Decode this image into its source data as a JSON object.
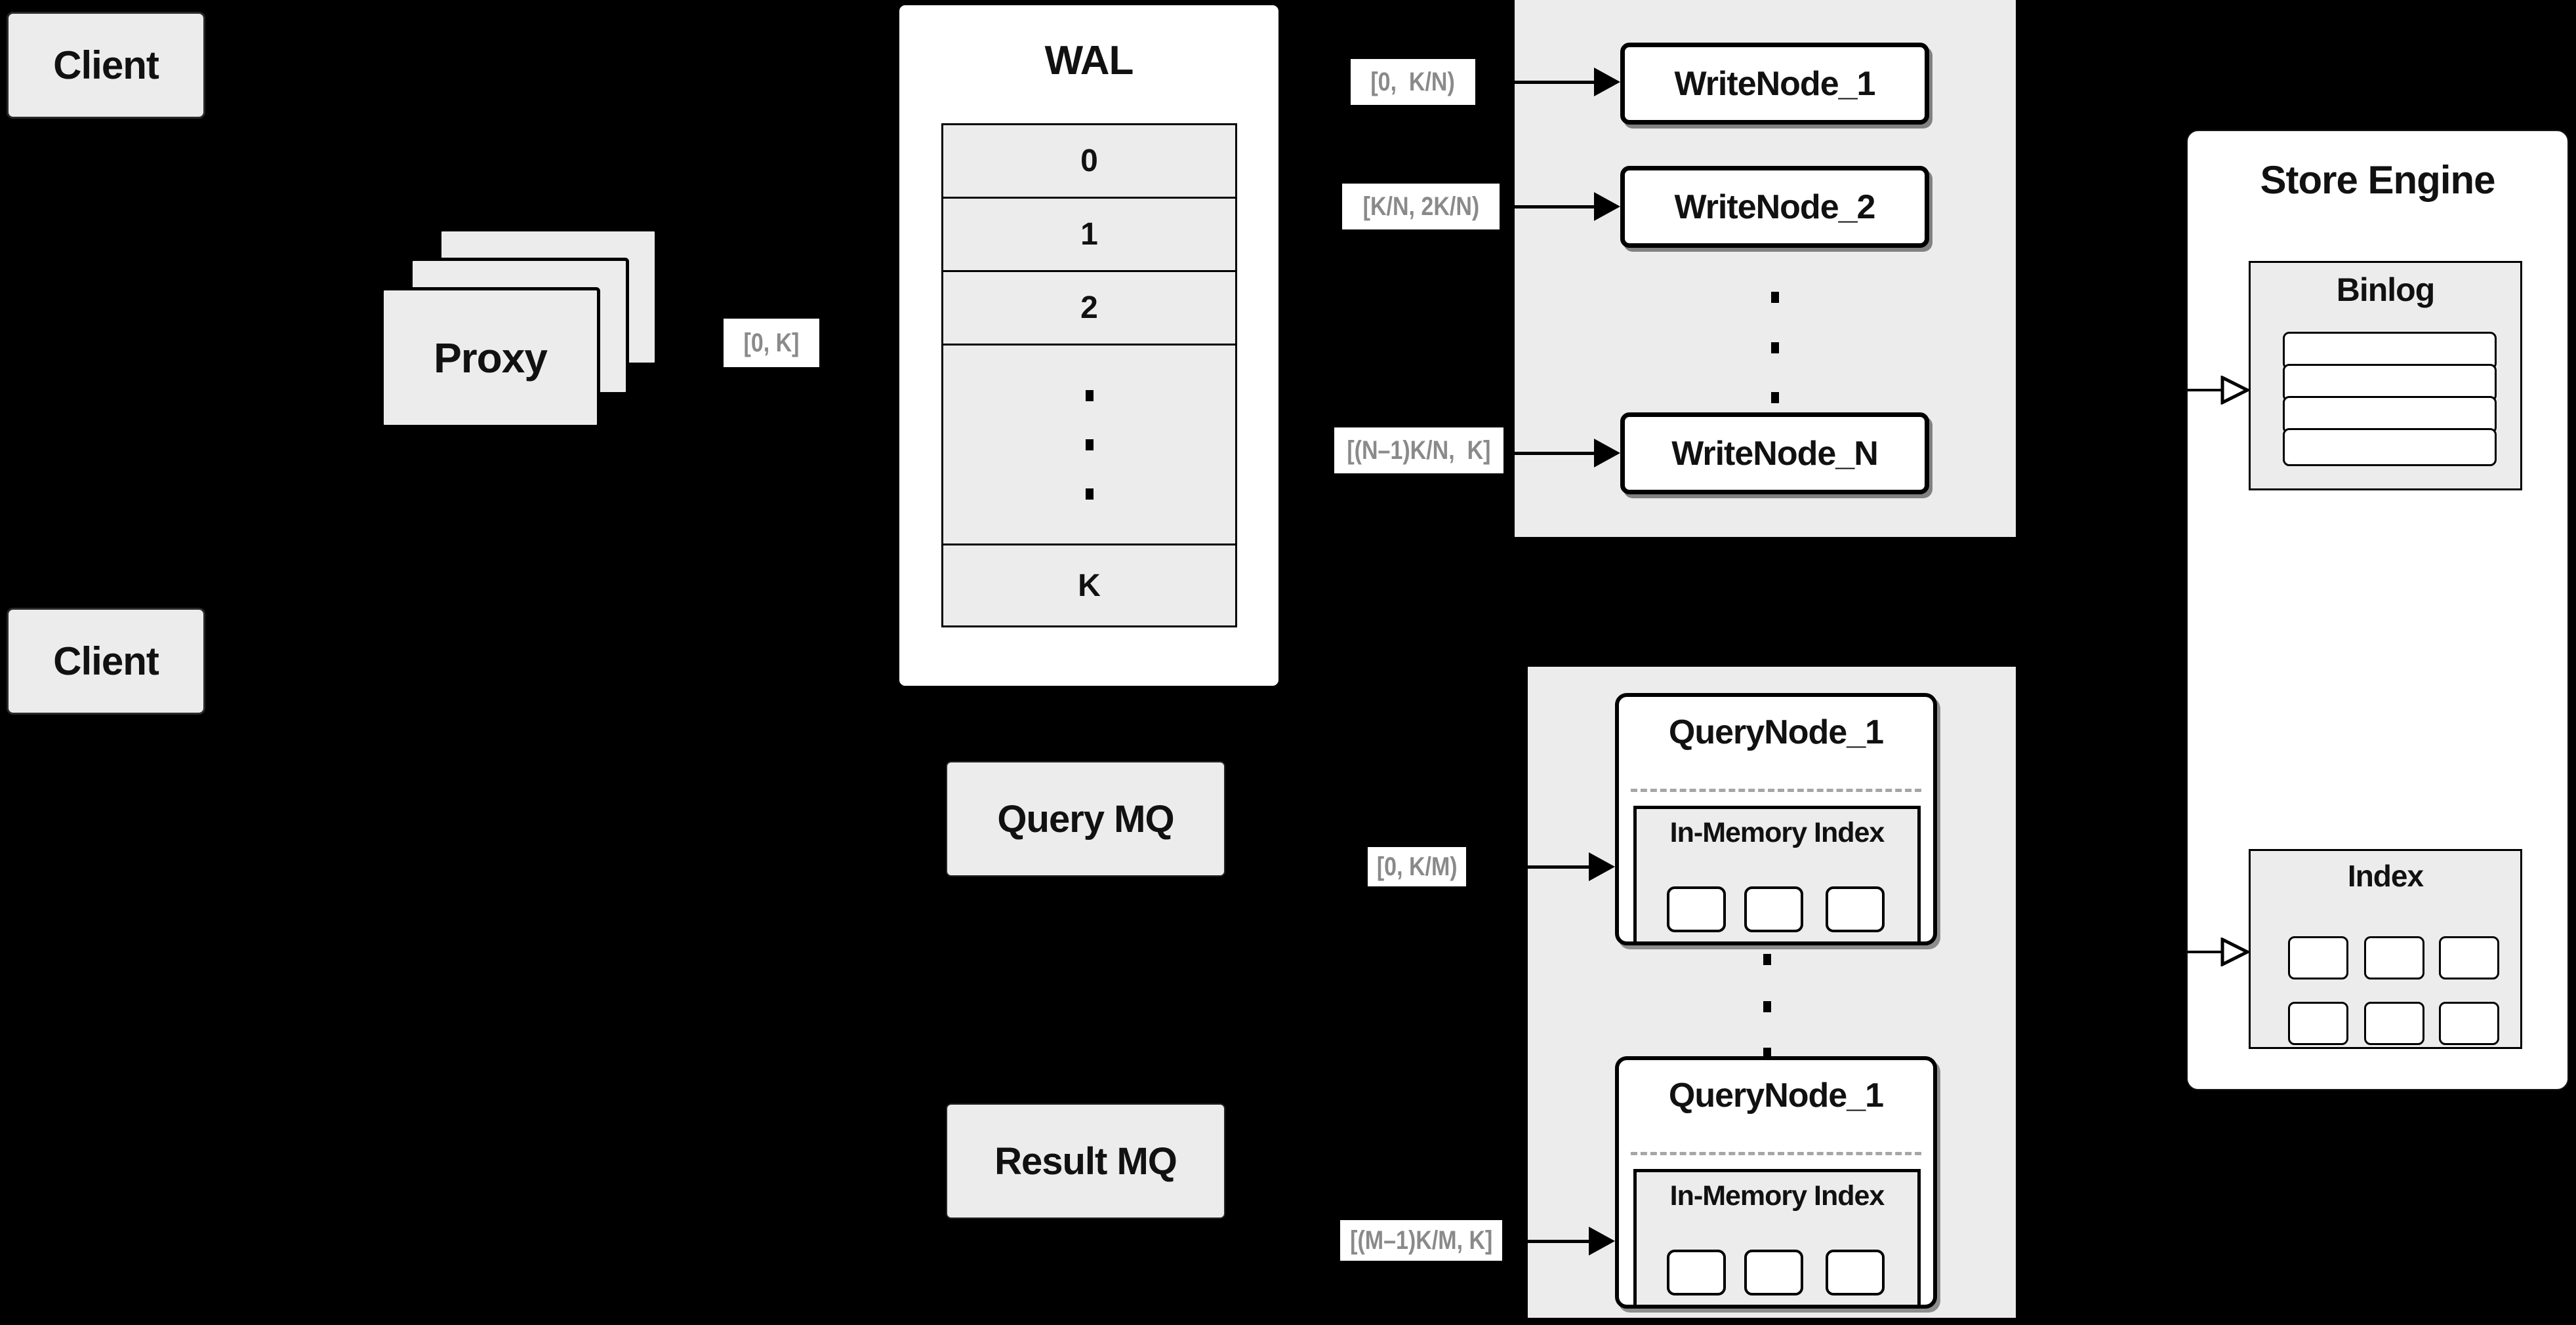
{
  "diagram": {
    "clients": {
      "top": "Client",
      "bottom": "Client"
    },
    "proxy": {
      "label": "Proxy"
    },
    "range_labels": {
      "proxy_out": "[0, K]",
      "write1_in": "[0,  K/N)",
      "write2_in": "[K/N, 2K/N)",
      "writeN_in": "[(N–1)K/N,  K]",
      "query1_in": "[0, K/M)",
      "queryM_in": "[(M–1)K/M, K]"
    },
    "wal": {
      "title": "WAL",
      "rows": [
        "0",
        "1",
        "2"
      ],
      "last_row": "K"
    },
    "write_nodes": {
      "n1": "WriteNode_1",
      "n2": "WriteNode_2",
      "nN": "WriteNode_N"
    },
    "mq": {
      "query": "Query MQ",
      "result": "Result MQ"
    },
    "query_nodes": {
      "top": {
        "title": "QueryNode_1",
        "inner_title": "In-Memory Index"
      },
      "bottom": {
        "title": "QueryNode_1",
        "inner_title": "In-Memory Index"
      }
    },
    "store_engine": {
      "title": "Store Engine",
      "binlog_title": "Binlog",
      "index_title": "Index"
    },
    "colors": {
      "background": "#000000",
      "box_fill": "#ececec",
      "node_fill": "#ffffff",
      "border": "#000000",
      "range_label_text": "#8a8a8a",
      "text": "#111111"
    }
  }
}
